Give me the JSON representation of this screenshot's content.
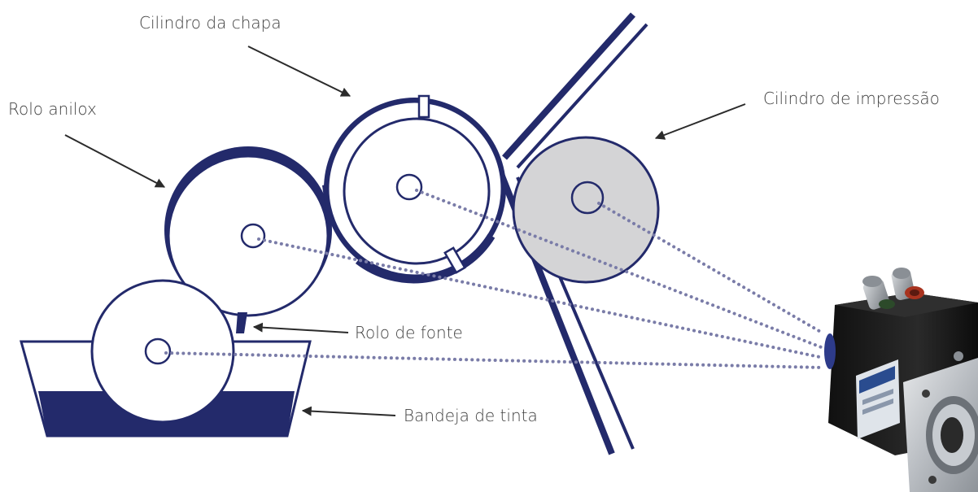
{
  "labels": {
    "plate_cylinder": "Cilindro da chapa",
    "anilox_roll": "Rolo anilox",
    "impression_cylinder": "Cilindro de impressão",
    "fountain_roll": "Rolo de fonte",
    "ink_tray": "Bandeja de tinta"
  },
  "colors": {
    "navy": "#232a6b",
    "impression_fill": "#d4d4d6",
    "ink": "#232a6b",
    "dotted_lines": "#7a7ca8",
    "label_text": "#404040",
    "arrow": "#2b2b2b"
  },
  "icons": {
    "motor": "servo-motor-icon"
  }
}
